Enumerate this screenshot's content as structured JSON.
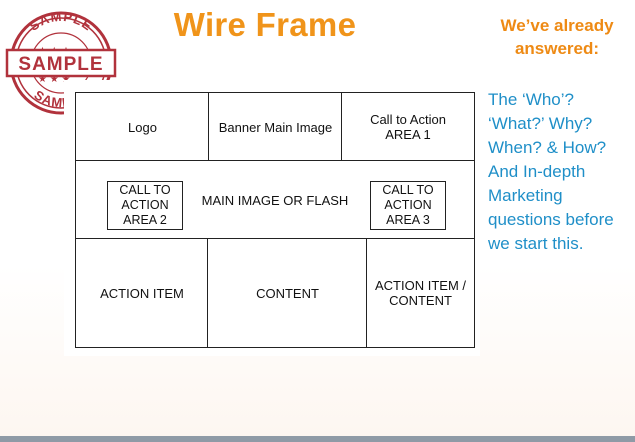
{
  "stamp": {
    "text": "SAMPLE",
    "color": "#b1323c"
  },
  "title": "Wire Frame",
  "side_heading": [
    "We’ve already",
    "answered:"
  ],
  "side_body": [
    "The ‘Who’?",
    "‘What?’ Why?",
    "When? & How?",
    "And In-depth",
    "Marketing",
    "questions before",
    "we start this."
  ],
  "wireframe": {
    "logo": "Logo",
    "banner": "Banner Main Image",
    "cta1": [
      "Call to Action",
      "AREA 1"
    ],
    "main_image": "MAIN IMAGE OR FLASH",
    "cta2": [
      "CALL TO",
      "ACTION",
      "AREA 2"
    ],
    "cta3": [
      "CALL TO",
      "ACTION",
      "AREA 3"
    ],
    "action_item": "ACTION ITEM",
    "content": "CONTENT",
    "action_item_content": [
      "ACTION ITEM /",
      "CONTENT"
    ]
  },
  "colors": {
    "title": "#f0941a",
    "heading": "#ee8a14",
    "body": "#1f8fc8"
  }
}
